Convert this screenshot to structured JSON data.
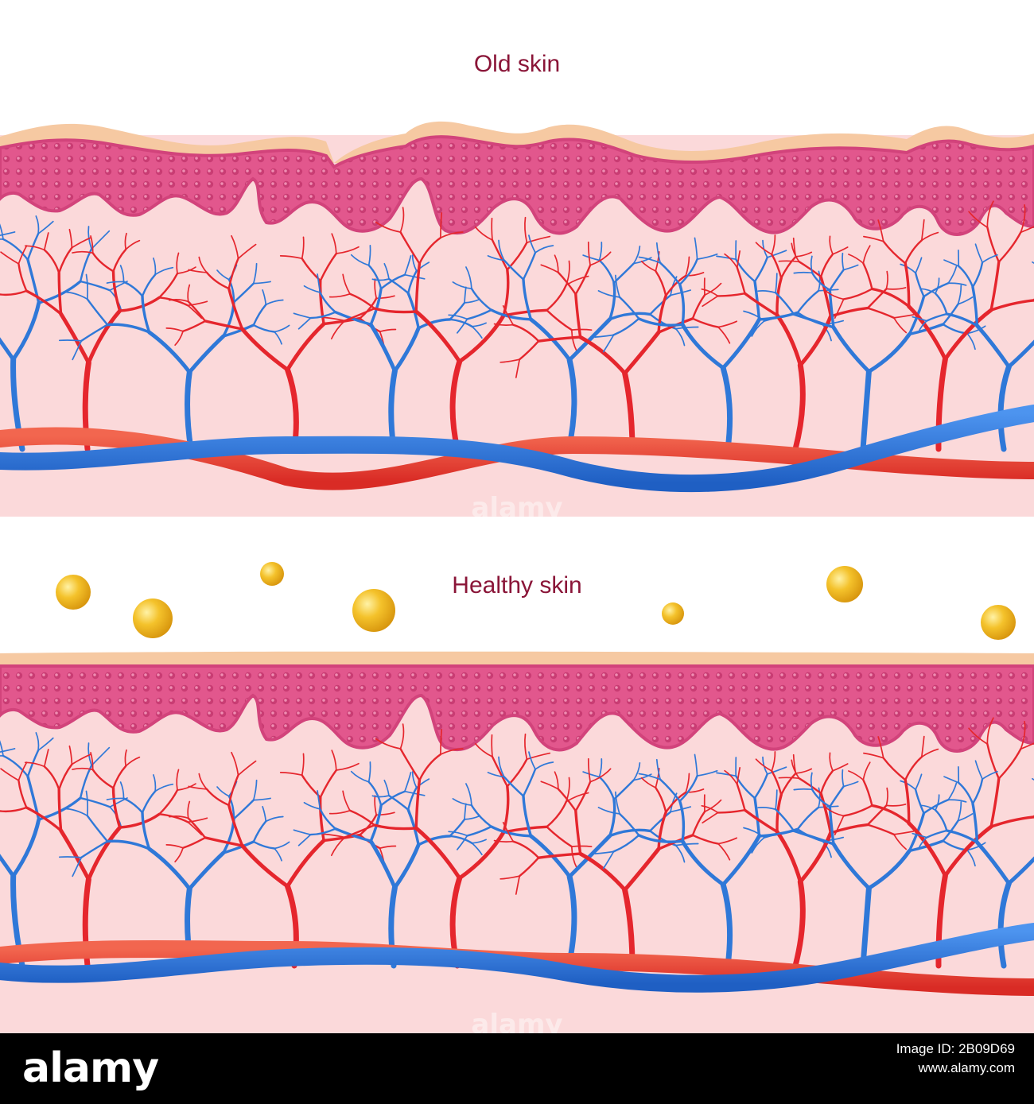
{
  "panels": [
    {
      "title": "Old skin"
    },
    {
      "title": "Healthy skin"
    }
  ],
  "watermark": "alamy",
  "footer": {
    "brand": "alamy",
    "image_id_label": "Image ID: 2B09D69",
    "url": "www.alamy.com"
  },
  "colors": {
    "title": "#8a1538",
    "stratum_corneum": "#f6c9a2",
    "epidermis": "#e0568c",
    "epidermis_edge": "#d2437b",
    "dermis": "#fbd9da",
    "artery": "#e5262d",
    "vein": "#2f78d8",
    "collagen_sphere": "#f0b51c"
  }
}
